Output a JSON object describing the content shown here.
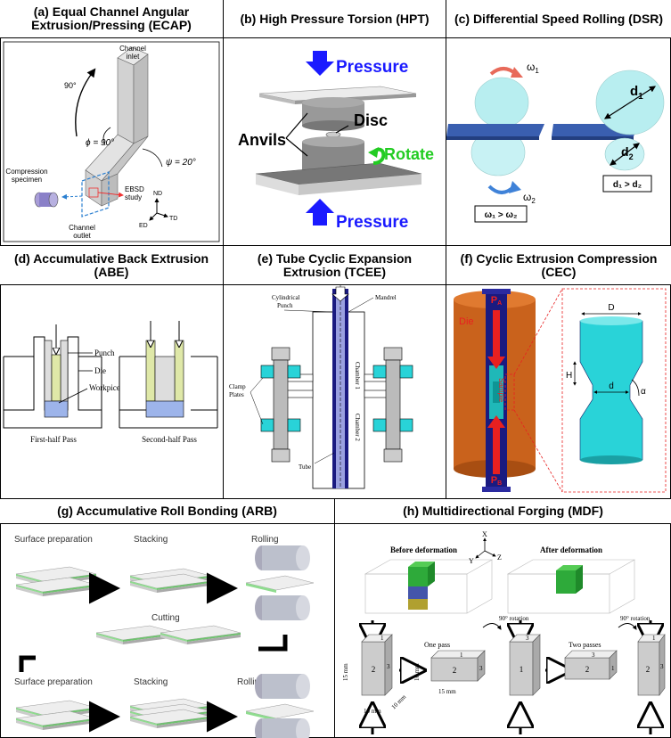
{
  "panels": {
    "a": {
      "title_line1": "(a) Equal Channel Angular",
      "title_line2": "Extrusion/Pressing (ECAP)",
      "channel_inlet_l1": "Channel",
      "channel_inlet_l2": "inlet",
      "angle_90": "90°",
      "phi": "ϕ = 90°",
      "psi": "ψ = 20°",
      "compression_l1": "Compression",
      "compression_l2": "specimen",
      "ebsd_l1": "EBSD",
      "ebsd_l2": "study",
      "channel_outlet_l1": "Channel",
      "channel_outlet_l2": "outlet",
      "nd": "ND",
      "td": "TD",
      "ed": "ED"
    },
    "b": {
      "title": "(b) High Pressure Torsion (HPT)",
      "pressure_top": "Pressure",
      "pressure_bottom": "Pressure",
      "disc": "Disc",
      "anvils": "Anvils",
      "rotate": "Rotate"
    },
    "c": {
      "title": "(c) Differential Speed Rolling (DSR)",
      "w1": "ω",
      "w1_sub": "1",
      "w2": "ω",
      "w2_sub": "2",
      "d1": "d",
      "d1_sub": "1",
      "d2": "d",
      "d2_sub": "2",
      "cond_w": "ω₁ > ω₂",
      "cond_d": "d₁ > d₂"
    },
    "d": {
      "title": "(d) Accumulative Back Extrusion",
      "title_line2": "(ABE)",
      "punch": "Punch",
      "die": "Die",
      "workpiece": "Workpice",
      "first_pass": "First-half Pass",
      "second_pass": "Second-half Pass"
    },
    "e": {
      "title": "(e) Tube Cyclic Expansion",
      "title_line2": "Extrusion (TCEE)",
      "cyl_punch_l1": "Cylindrical",
      "cyl_punch_l2": "Punch",
      "mandrel": "Mandrel",
      "clamp_l1": "Clamp",
      "clamp_l2": "Plates",
      "chamber1": "Chamber 1",
      "chamber2": "Chamber 2",
      "tube": "Tube"
    },
    "f": {
      "title": "(f) Cyclic Extrusion Compression",
      "title_line2": "(CEC)",
      "die": "Die",
      "sample": "Sample",
      "pa": "P",
      "pa_sub": "A",
      "pb": "P",
      "pb_sub": "B",
      "D": "D",
      "d": "d",
      "H": "H",
      "alpha": "α"
    },
    "g": {
      "title": "(g) Accumulative Roll Bonding (ARB)",
      "surface_prep_1": "Surface preparation",
      "stacking_1": "Stacking",
      "rolling_1": "Rolling",
      "cutting": "Cutting",
      "surface_prep_2": "Surface preparation",
      "stacking_2": "Stacking",
      "rolling_2": "Rolling"
    },
    "h": {
      "title": "(h) Multidirectional Forging (MDF)",
      "before": "Before deformation",
      "after": "After deformation",
      "x": "X",
      "y": "Y",
      "z": "Z",
      "one_pass": "One pass",
      "two_passes": "Two passes",
      "rot1": "90° rotation",
      "rot2": "90° rotation",
      "mm15_v": "15 mm",
      "mm10_a": "10 mm",
      "mm10_b": "10 mm",
      "mm10_c": "10 mm",
      "mm15_h": "15 mm",
      "f1": "1",
      "f2": "2",
      "f3": "3"
    }
  },
  "colors": {
    "blue_arrow": "#1a1aff",
    "green_text": "#22cc22",
    "dsr_sheet": "#3a5fb0",
    "roll": "#b8eef0",
    "cyan": "#29d3d8",
    "orange_die": "#c9621c",
    "navy": "#1a1a80",
    "green_layer": "#6fdc6f"
  }
}
